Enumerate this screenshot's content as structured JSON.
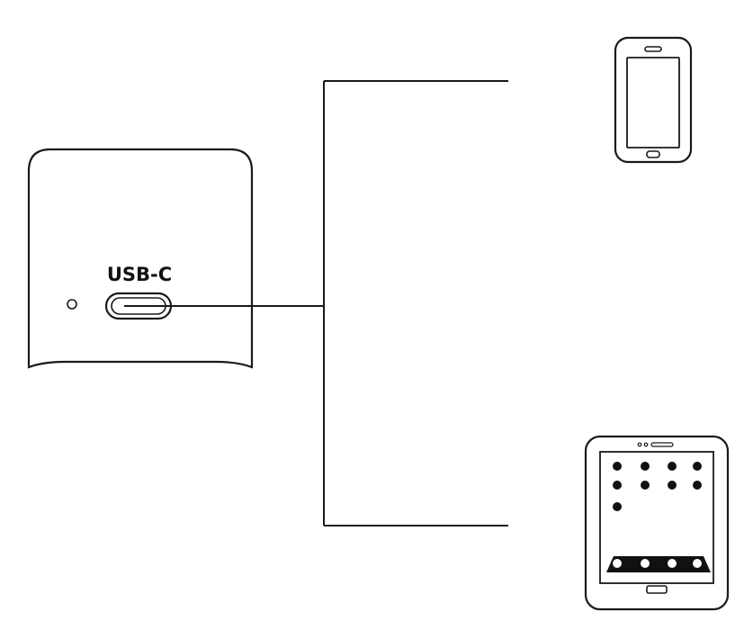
{
  "charger": {
    "port_label": "USB-C"
  },
  "devices": [
    {
      "kind": "smartphone",
      "icon": "smartphone-icon"
    },
    {
      "kind": "tablet",
      "icon": "tablet-icon"
    }
  ],
  "colors": {
    "line": "#1a1a1a",
    "fill": "#ffffff"
  }
}
